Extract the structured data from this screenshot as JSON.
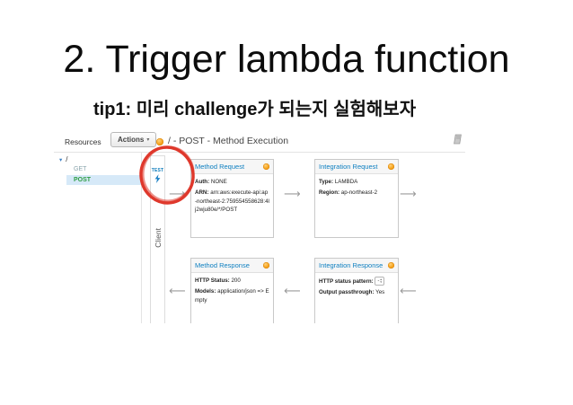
{
  "slide": {
    "title": "2. Trigger lambda function",
    "subtitle": "tip1: 미리 challenge가 되는지 실험해보자"
  },
  "icons": {
    "caret_down": "▾",
    "arrow_right": "⟶",
    "arrow_left": "⟵",
    "stepper_up": "▴",
    "stepper_down": "▾"
  },
  "console": {
    "sidebar": {
      "title": "Resources",
      "actions_label": "Actions",
      "root_label": "/",
      "methods": [
        {
          "label": "GET",
          "selected": false
        },
        {
          "label": "POST",
          "selected": true
        }
      ]
    },
    "header": {
      "title": "/ - POST - Method Execution"
    },
    "client_lane": {
      "test_label": "TEST",
      "client_label": "Client"
    },
    "panels": [
      {
        "title": "Method Request",
        "lines": [
          {
            "label": "Auth:",
            "value": "NONE"
          },
          {
            "label": "ARN:",
            "value": "arn:aws:execute-api:ap-northeast-2:759554558628:4lj2wju80e/*/POST"
          }
        ]
      },
      {
        "title": "Integration Request",
        "lines": [
          {
            "label": "Type:",
            "value": "LAMBDA"
          },
          {
            "label": "Region:",
            "value": "ap-northeast-2"
          }
        ]
      },
      {
        "title": "Method Response",
        "lines": [
          {
            "label": "HTTP Status:",
            "value": "200"
          },
          {
            "label": "Models:",
            "value": "application/json => Empty"
          }
        ]
      },
      {
        "title": "Integration Response",
        "lines": [
          {
            "label": "HTTP status pattern:",
            "value": "-"
          },
          {
            "label": "Output passthrough:",
            "value": "Yes"
          }
        ]
      }
    ],
    "colors": {
      "panel_title_blue": "#0d7fc0",
      "aws_orange": "#f0960e",
      "post_green": "#2f9e44",
      "get_teal": "#8aa5ad",
      "selected_row_blue": "#d6e9f8",
      "annotation_red": "#df382c",
      "test_blue": "#0c7bbb"
    }
  }
}
